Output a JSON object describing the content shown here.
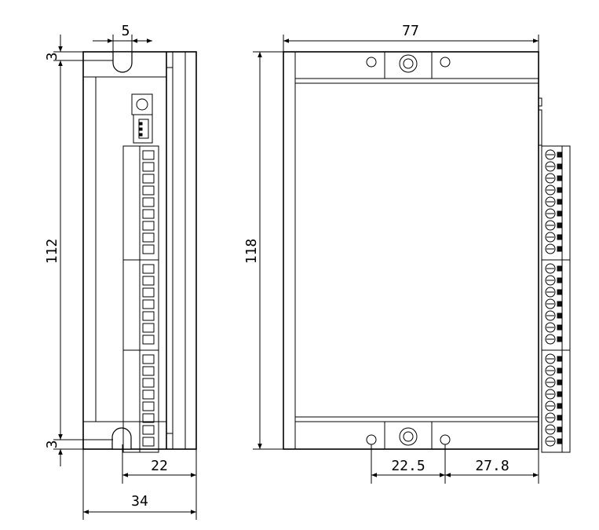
{
  "dimensions": {
    "side_top_slot_width": "5",
    "side_top_offset": "3",
    "side_height": "112",
    "side_bottom_offset": "3",
    "side_inner_width": "22",
    "side_total_width": "34",
    "front_width": "77",
    "front_height": "118",
    "front_hole_spacing": "22.5",
    "front_hole_to_edge": "27.8"
  },
  "terminal_blocks": {
    "block_1_pins": 9,
    "block_2_pins": 7,
    "block_3_pins": 8
  },
  "colors": {
    "line": "#000000",
    "background": "#ffffff"
  }
}
